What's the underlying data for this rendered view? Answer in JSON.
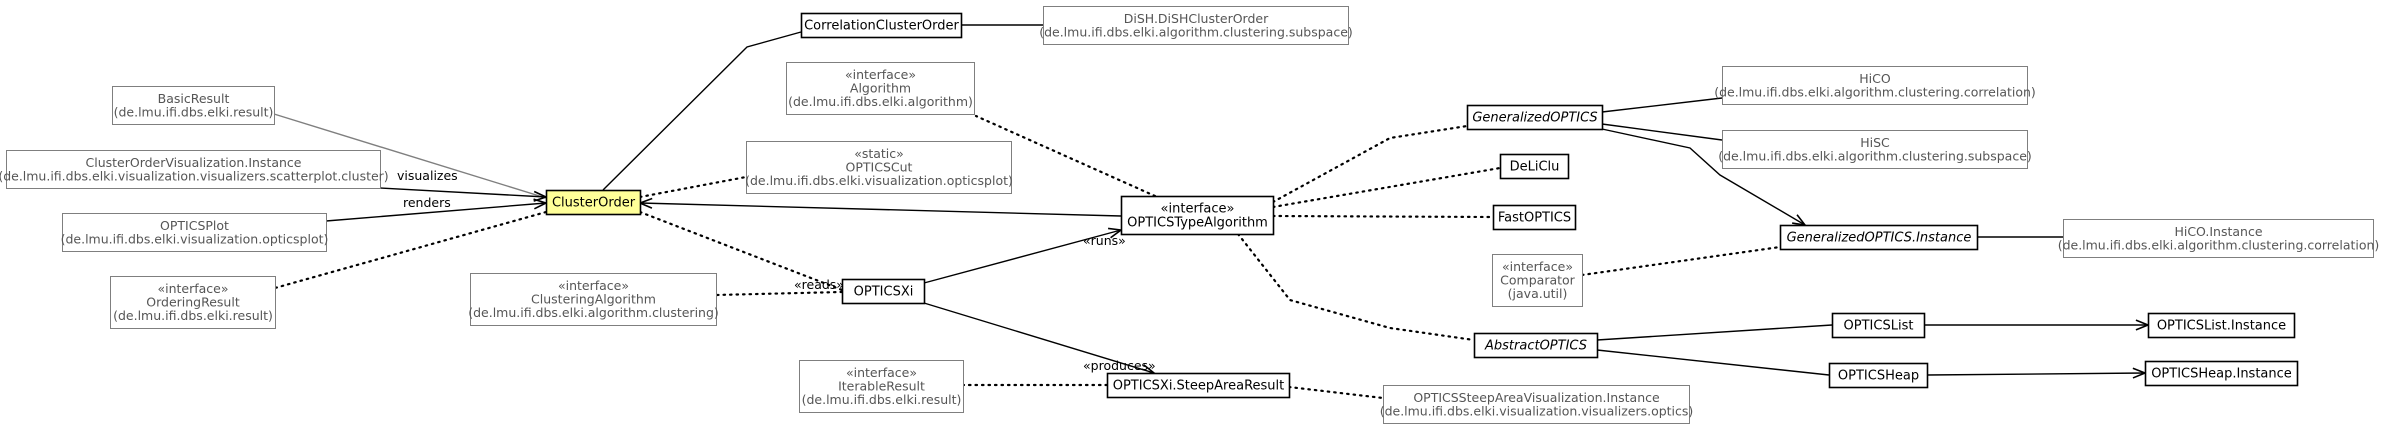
{
  "diagram": {
    "nodes": {
      "cluster_order": {
        "lines": [
          "ClusterOrder"
        ]
      },
      "correlation_cluster_order": {
        "lines": [
          "CorrelationClusterOrder"
        ]
      },
      "dish_cluster_order": {
        "lines": [
          "DiSH.DiSHClusterOrder",
          "(de.lmu.ifi.dbs.elki.algorithm.clustering.subspace)"
        ]
      },
      "basic_result": {
        "lines": [
          "BasicResult",
          "(de.lmu.ifi.dbs.elki.result)"
        ]
      },
      "algorithm": {
        "lines": [
          "«interface»",
          "Algorithm",
          "(de.lmu.ifi.dbs.elki.algorithm)"
        ]
      },
      "cluster_order_vis_instance": {
        "lines": [
          "ClusterOrderVisualization.Instance",
          "(de.lmu.ifi.dbs.elki.visualization.visualizers.scatterplot.cluster)"
        ]
      },
      "optics_cut": {
        "lines": [
          "«static»",
          "OPTICSCut",
          "(de.lmu.ifi.dbs.elki.visualization.opticsplot)"
        ]
      },
      "optics_plot": {
        "lines": [
          "OPTICSPlot",
          "(de.lmu.ifi.dbs.elki.visualization.opticsplot)"
        ]
      },
      "ordering_result": {
        "lines": [
          "«interface»",
          "OrderingResult",
          "(de.lmu.ifi.dbs.elki.result)"
        ]
      },
      "clustering_algorithm": {
        "lines": [
          "«interface»",
          "ClusteringAlgorithm",
          "(de.lmu.ifi.dbs.elki.algorithm.clustering)"
        ]
      },
      "optics_xi": {
        "lines": [
          "OPTICSXi"
        ]
      },
      "iterable_result": {
        "lines": [
          "«interface»",
          "IterableResult",
          "(de.lmu.ifi.dbs.elki.result)"
        ]
      },
      "steep_area_result": {
        "lines": [
          "OPTICSXi.SteepAreaResult"
        ]
      },
      "steep_area_vis_instance": {
        "lines": [
          "OPTICSSteepAreaVisualization.Instance",
          "(de.lmu.ifi.dbs.elki.visualization.visualizers.optics)"
        ]
      },
      "optics_type_algorithm": {
        "lines": [
          "«interface»",
          "OPTICSTypeAlgorithm"
        ]
      },
      "generalized_optics": {
        "lines": [
          "GeneralizedOPTICS"
        ]
      },
      "hico": {
        "lines": [
          "HiCO",
          "(de.lmu.ifi.dbs.elki.algorithm.clustering.correlation)"
        ]
      },
      "hisc": {
        "lines": [
          "HiSC",
          "(de.lmu.ifi.dbs.elki.algorithm.clustering.subspace)"
        ]
      },
      "deliclu": {
        "lines": [
          "DeLiClu"
        ]
      },
      "fast_optics": {
        "lines": [
          "FastOPTICS"
        ]
      },
      "generalized_optics_instance": {
        "lines": [
          "GeneralizedOPTICS.Instance"
        ]
      },
      "hico_instance": {
        "lines": [
          "HiCO.Instance",
          "(de.lmu.ifi.dbs.elki.algorithm.clustering.correlation)"
        ]
      },
      "comparator": {
        "lines": [
          "«interface»",
          "Comparator",
          "(java.util)"
        ]
      },
      "abstract_optics": {
        "lines": [
          "AbstractOPTICS"
        ]
      },
      "optics_list": {
        "lines": [
          "OPTICSList"
        ]
      },
      "optics_list_instance": {
        "lines": [
          "OPTICSList.Instance"
        ]
      },
      "optics_heap": {
        "lines": [
          "OPTICSHeap"
        ]
      },
      "optics_heap_instance": {
        "lines": [
          "OPTICSHeap.Instance"
        ]
      }
    },
    "edge_labels": {
      "visualizes": "visualizes",
      "renders": "renders",
      "reads": "«reads»",
      "runs": "«runs»",
      "produces": "«produces»"
    },
    "colors": {
      "highlight_fill": "#ffff99",
      "node_border": "#000000",
      "external_border": "#7f7f7f",
      "external_text": "#555555",
      "edge": "#000000",
      "gray_edge": "#7f7f7f"
    }
  }
}
